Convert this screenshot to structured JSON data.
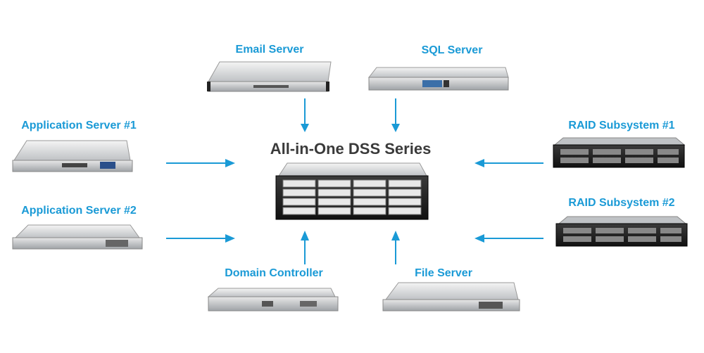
{
  "title": "All-in-One DSS Series",
  "accent_color": "#1a9ad6",
  "nodes": {
    "email_server": "Email Server",
    "sql_server": "SQL Server",
    "app_server_1": "Application Server #1",
    "app_server_2": "Application Server #2",
    "raid_1": "RAID Subsystem #1",
    "raid_2": "RAID Subsystem #2",
    "domain_controller": "Domain Controller",
    "file_server": "File Server"
  }
}
